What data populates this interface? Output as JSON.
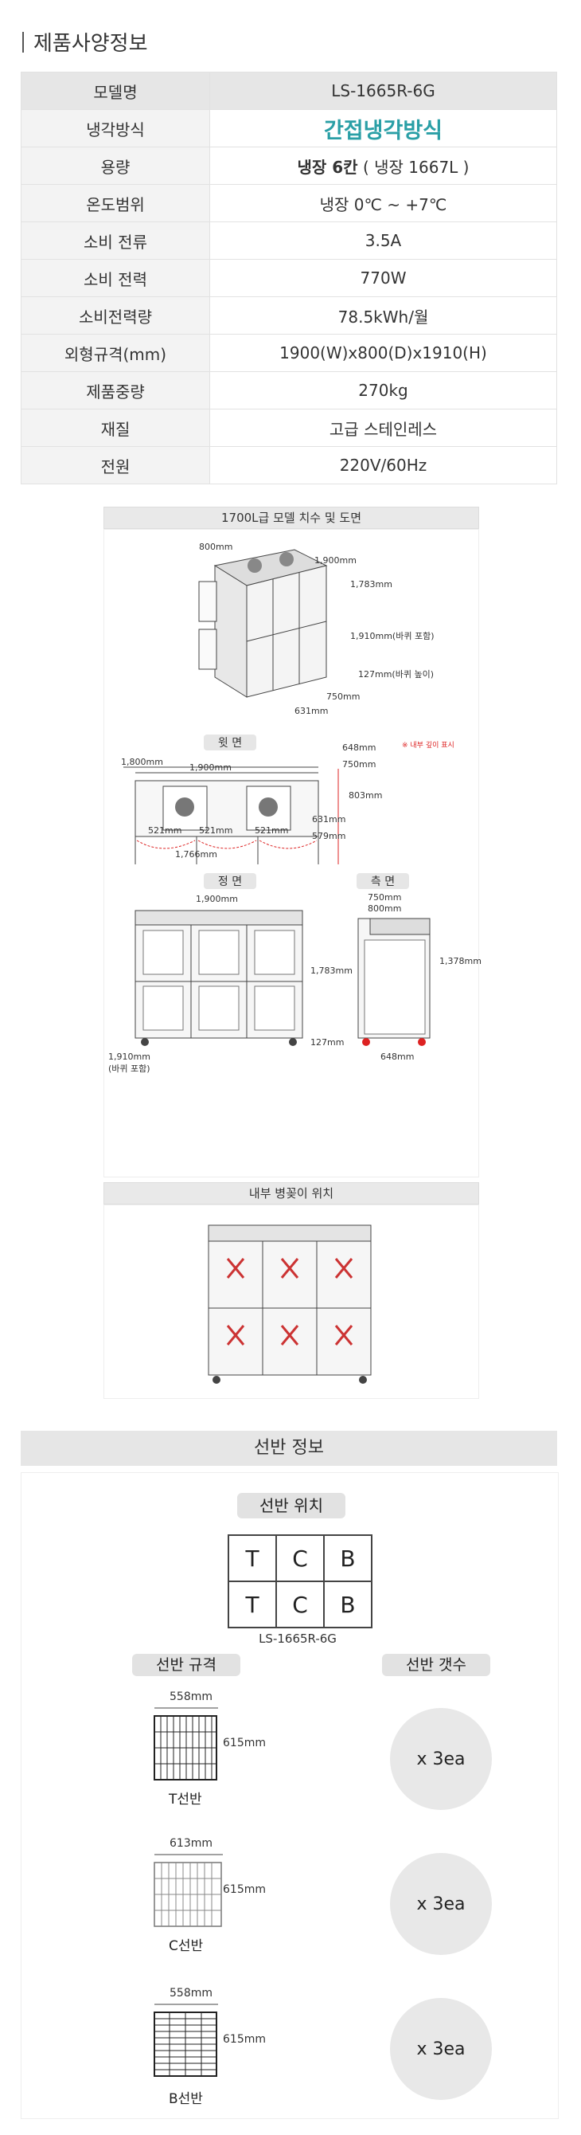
{
  "title": "제품사양정보",
  "spec": {
    "rows": [
      {
        "k": "모델명",
        "v": "LS-1665R-6G"
      },
      {
        "k": "냉각방식",
        "v": "간접냉각방식"
      },
      {
        "k": "용량",
        "v_bold": "냉장 6칸",
        "v": " ( 냉장 1667L )"
      },
      {
        "k": "온도범위",
        "v": "냉장 0℃ ~ +7℃"
      },
      {
        "k": "소비 전류",
        "v": "3.5A"
      },
      {
        "k": "소비 전력",
        "v": "770W"
      },
      {
        "k": "소비전력량",
        "v": "78.5kWh/월"
      },
      {
        "k": "외형규격(mm)",
        "v": "1900(W)x800(D)x1910(H)"
      },
      {
        "k": "제품중량",
        "v": "270kg"
      },
      {
        "k": "재질",
        "v": "고급 스테인레스"
      },
      {
        "k": "전원",
        "v": "220V/60Hz"
      }
    ]
  },
  "drawing": {
    "header": "1700L급 모델 치수 및 도면",
    "iso": {
      "d800": "800mm",
      "w1900": "1,900mm",
      "h1783": "1,783mm",
      "h1910": "1,910mm(바퀴 포함)",
      "h127": "127mm(바퀴 높이)",
      "d750": "750mm",
      "d631": "631mm"
    },
    "top": {
      "label": "윗 면",
      "note": "※ 내부 깊이 표시",
      "w1800": "1,800mm",
      "w1900": "1,900mm",
      "d648": "648mm",
      "d750": "750mm",
      "d803": "803mm",
      "d521a": "521mm",
      "d521b": "521mm",
      "d521c": "521mm",
      "d631": "631mm",
      "d579": "579mm",
      "w1766": "1,766mm"
    },
    "front": {
      "label": "정 면",
      "w1900": "1,900mm",
      "h1783": "1,783mm",
      "h127": "127mm",
      "h1910": "1,910mm",
      "wheel": "(바퀴 포함)"
    },
    "side": {
      "label": "측 면",
      "d750": "750mm",
      "d800": "800mm",
      "h1378": "1,378mm",
      "d648": "648mm"
    }
  },
  "bottle": {
    "header": "내부 병꽂이 위치"
  },
  "shelf": {
    "header": "선반 정보",
    "position_label": "선반 위치",
    "grid": [
      [
        "T",
        "C",
        "B"
      ],
      [
        "T",
        "C",
        "B"
      ]
    ],
    "model": "LS-1665R-6G",
    "spec_label": "선반 규격",
    "count_label": "선반 갯수",
    "items": [
      {
        "w": "558mm",
        "h": "615mm",
        "name": "T선반",
        "count": "x 3ea"
      },
      {
        "w": "613mm",
        "h": "615mm",
        "name": "C선반",
        "count": "x 3ea"
      },
      {
        "w": "558mm",
        "h": "615mm",
        "name": "B선반",
        "count": "x 3ea"
      }
    ]
  }
}
